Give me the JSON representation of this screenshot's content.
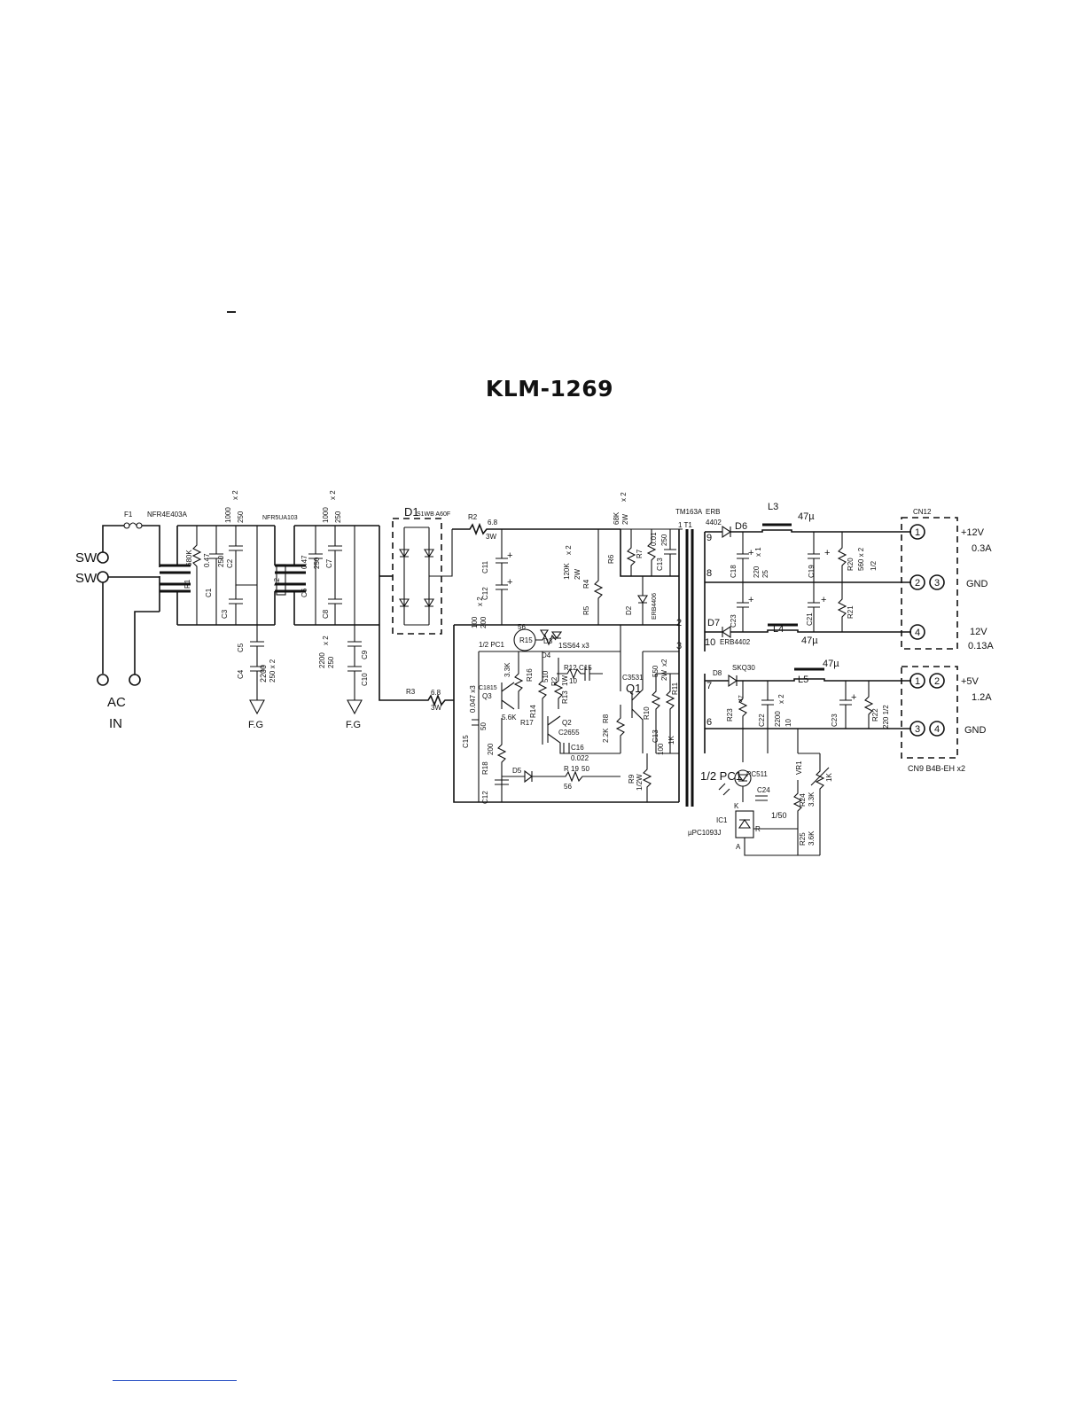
{
  "title": "KLM-1269",
  "terminals": {
    "sw1": "SW",
    "sw2": "SW",
    "ac": "AC",
    "in": "IN"
  },
  "fuse": "F1",
  "filters": {
    "lf1": "NFR4E403A",
    "lf2": "NFR5UA103",
    "l2": "L2"
  },
  "caps_in": {
    "r1": "R1",
    "r1v": "680K",
    "c1": "C1",
    "c1v": "0.47",
    "c1r": "250",
    "c2": "C2",
    "c2v": "1000",
    "c2r": "250",
    "c2n": "x 2",
    "c3": "C3",
    "c5": "C5",
    "c4": "C4",
    "c45v": "2200",
    "c45r": "250 x 2",
    "fg1": "F.G",
    "c6": "C6",
    "c6v": "0.47",
    "c6r": "250",
    "c7": "C7",
    "c7v": "1000",
    "c7r": "250",
    "c7n": "x 2",
    "c8": "C8",
    "c9": "C9",
    "c10": "C10",
    "c910v": "2200",
    "c910r": "250",
    "c910n": "x 2",
    "fg2": "F.G"
  },
  "bridge": {
    "d1": "D1",
    "d1p": "S1WB A60F"
  },
  "primary": {
    "r2": "R2",
    "r2v": "6.8",
    "r2w": "3W",
    "c11": "C11",
    "c12": "C12",
    "c12v": "100",
    "c12r": "200",
    "c12n": "x 2",
    "r4": "R4",
    "r4v": "120K",
    "r4n": "x 2",
    "r4w": "2W",
    "r5": "R5",
    "r6": "R6",
    "r6v": "68K",
    "r6n": "x 2",
    "r6w": "2W",
    "r7": "R7",
    "c13": "C13",
    "c13v": "0.01",
    "c13r": "250",
    "d2": "D2",
    "d2p": "ERB4406",
    "r3": "R3",
    "r3v": "6.8",
    "r3w": "3W",
    "pc1h": "1/2 PC1",
    "r15": "R15",
    "r15v": "56",
    "d3": "D3",
    "d3p": "1SS64 x3",
    "d4": "D4",
    "r12": "R12",
    "c15": "C15",
    "r12v": "10",
    "q3": "Q3",
    "q3p": "C1815",
    "r16": "R16",
    "r16v": "3.3K",
    "r17": "R17",
    "r17v": "5.6K",
    "r14": "R14",
    "r14v": "510",
    "r13": "R13",
    "r13v": "1W",
    "r13b": "R2",
    "c14": "C15",
    "c14v": "0.047 x3",
    "c14r": "50",
    "q2": "Q2",
    "q2p": "C2655",
    "c16": "C16",
    "c16v": "0.022",
    "r19": "R 19",
    "r19v": "50",
    "r18": "R18",
    "r18v": "200",
    "c12b": "C12",
    "d5": "D5",
    "r56": "56",
    "r9": "R9",
    "r9v": "1/2W",
    "q1p": "C3531",
    "q1": "Q1",
    "r8": "R8",
    "r8v": "2.2K",
    "r10": "R10",
    "r10v": "550",
    "r10n": "x2",
    "r10w": "2W",
    "r11": "R11",
    "c13b": "C13",
    "c13bv": "100",
    "c13br": "1K"
  },
  "transformer": {
    "part": "TM163A",
    "t1": "1  T1",
    "erb": "ERB",
    "erb2": "4402",
    "pin9": "9",
    "pin8": "8",
    "pin10": "10",
    "pin2": "2",
    "pin3": "3",
    "pin7": "7",
    "pin6": "6"
  },
  "secondary": {
    "d6": "D6",
    "l3": "L3",
    "l3v": "47µ",
    "c18": "C18",
    "c18v": "220",
    "c18r": "25",
    "c18n": "x 1",
    "c19": "C19",
    "r20": "R20",
    "r20v": "560 x 2",
    "r20w": "1/2",
    "c23": "C23",
    "c21": "C21",
    "r21": "R21",
    "d7": "D7",
    "d7p": "ERB4402",
    "l4": "L4",
    "l4v": "47µ",
    "d8": "D8",
    "d8p": "SKQ30",
    "l5": "L5",
    "l5v": "47µ",
    "r23": "R23",
    "r23v": "47",
    "c22": "C22",
    "c22v": "2200",
    "c22r": "10",
    "c22n": "x 2",
    "c23b": "C23",
    "r22": "R22",
    "r22v": "220 1/2"
  },
  "feedback": {
    "pc1h": "1/2 PC1",
    "pc1p": "PC511",
    "c24": "C24",
    "c24v": "1/50",
    "vr1": "VR1",
    "vr1v": "1K",
    "r24": "R24",
    "r24v": "3.3K",
    "r25": "R25",
    "r25v": "3.6K",
    "ic1": "IC1",
    "ic1p": "µPC1093J",
    "k": "K",
    "r": "R",
    "a": "A"
  },
  "outputs": {
    "cn12": "CN12",
    "p1": "1",
    "p2": "2",
    "p3": "3",
    "p4": "4",
    "v12": "+12V",
    "a03": "0.3A",
    "gnd": "GND",
    "v12b": "12V",
    "a013": "0.13A",
    "q1": "1",
    "q2": "2",
    "q3": "3",
    "q4": "4",
    "v5": "+5V",
    "a12": "1.2A",
    "gnd2": "GND",
    "cn9": "CN9  B4B-EH x2"
  }
}
